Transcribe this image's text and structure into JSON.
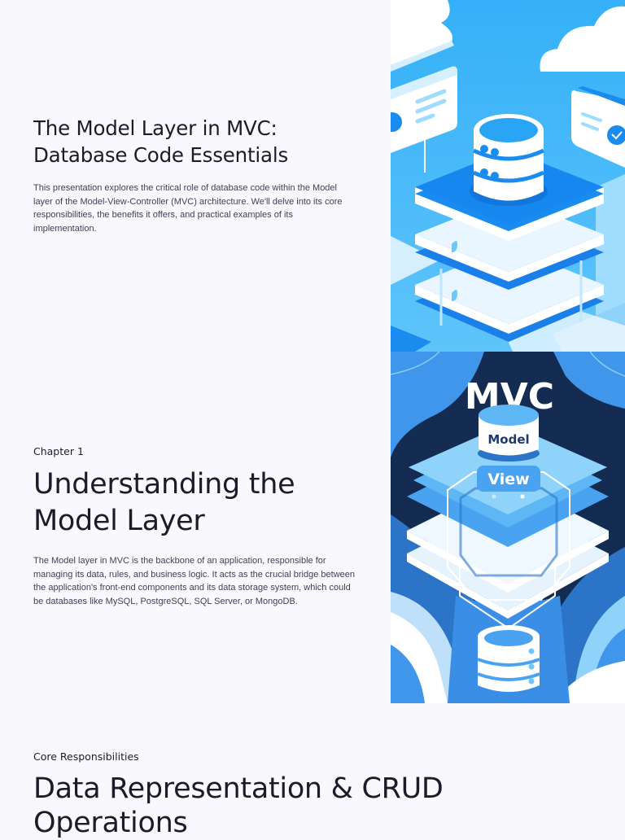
{
  "slide1": {
    "title": "The Model Layer in MVC: Database Code Essentials",
    "title_line1": "The Model Layer in MVC:",
    "title_line2": "Database Code Essentials",
    "description": "This presentation explores the critical role of database code within the Model layer of the Model-View-Controller (MVC) architecture. We'll delve into its core responsibilities, the benefits it offers, and practical examples of its implementation.",
    "image": {
      "alt": "isometric-database-server-illustration",
      "colors": {
        "sky": "#38b3f7",
        "primary": "#1a8cf0",
        "light": "#bfe6fd",
        "white": "#ffffff"
      }
    }
  },
  "slide2": {
    "eyebrow": "Chapter 1",
    "title_line1": "Understanding the",
    "title_line2": "Model Layer",
    "description": "The Model layer in MVC is the backbone of an application, responsible for managing its data, rules, and business logic. It acts as the crucial bridge between the application's front-end components and its data storage system, which could be databases like MySQL, PostgreSQL, SQL Server, or MongoDB.",
    "image": {
      "alt": "mvc-layer-stack-illustration",
      "heading": "MVC",
      "model_label": "Model",
      "view_label": "View",
      "colors": {
        "navy": "#152c52",
        "blue": "#4aa3f0",
        "light": "#8fd3fb",
        "white": "#ffffff"
      }
    }
  },
  "slide3": {
    "eyebrow": "Core Responsibilities",
    "title_line1": "Data Representation & CRUD",
    "title_line2": "Operations"
  }
}
